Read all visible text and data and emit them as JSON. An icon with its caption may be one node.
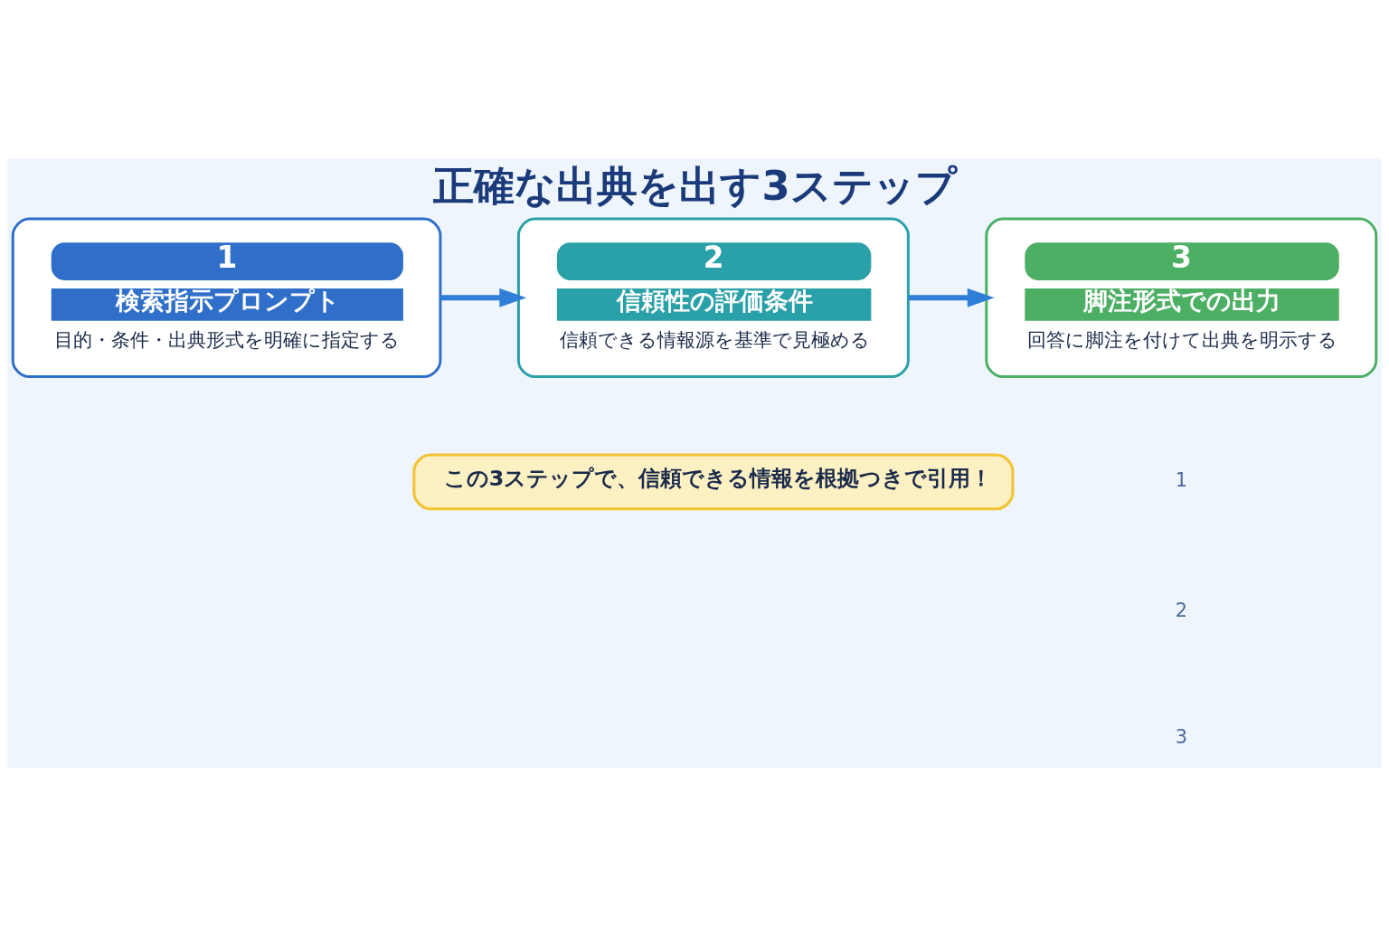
{
  "diagram": {
    "title": "正確な出典を出す3ステップ",
    "nodes": [
      {
        "text": [
          "1",
          "検索指示プロンプト",
          "目的・条件・出典形式を明確に指定する"
        ]
      },
      {
        "text": [
          "2",
          "信頼性の評価条件",
          "信頼できる情報源を基準で見極める"
        ]
      },
      {
        "text": [
          "3",
          "脚注形式での出力",
          "回答に脚注を付けて出典を明示する"
        ]
      },
      {
        "text": [
          "この3ステップで、信頼できる情報を根拠つきで引用！"
        ]
      }
    ],
    "edges": [
      {
        "from": 0,
        "to": 1,
        "arrow": "to"
      },
      {
        "from": 1,
        "to": 2,
        "arrow": "to"
      }
    ],
    "labels": [
      "1",
      "2",
      "3"
    ]
  }
}
